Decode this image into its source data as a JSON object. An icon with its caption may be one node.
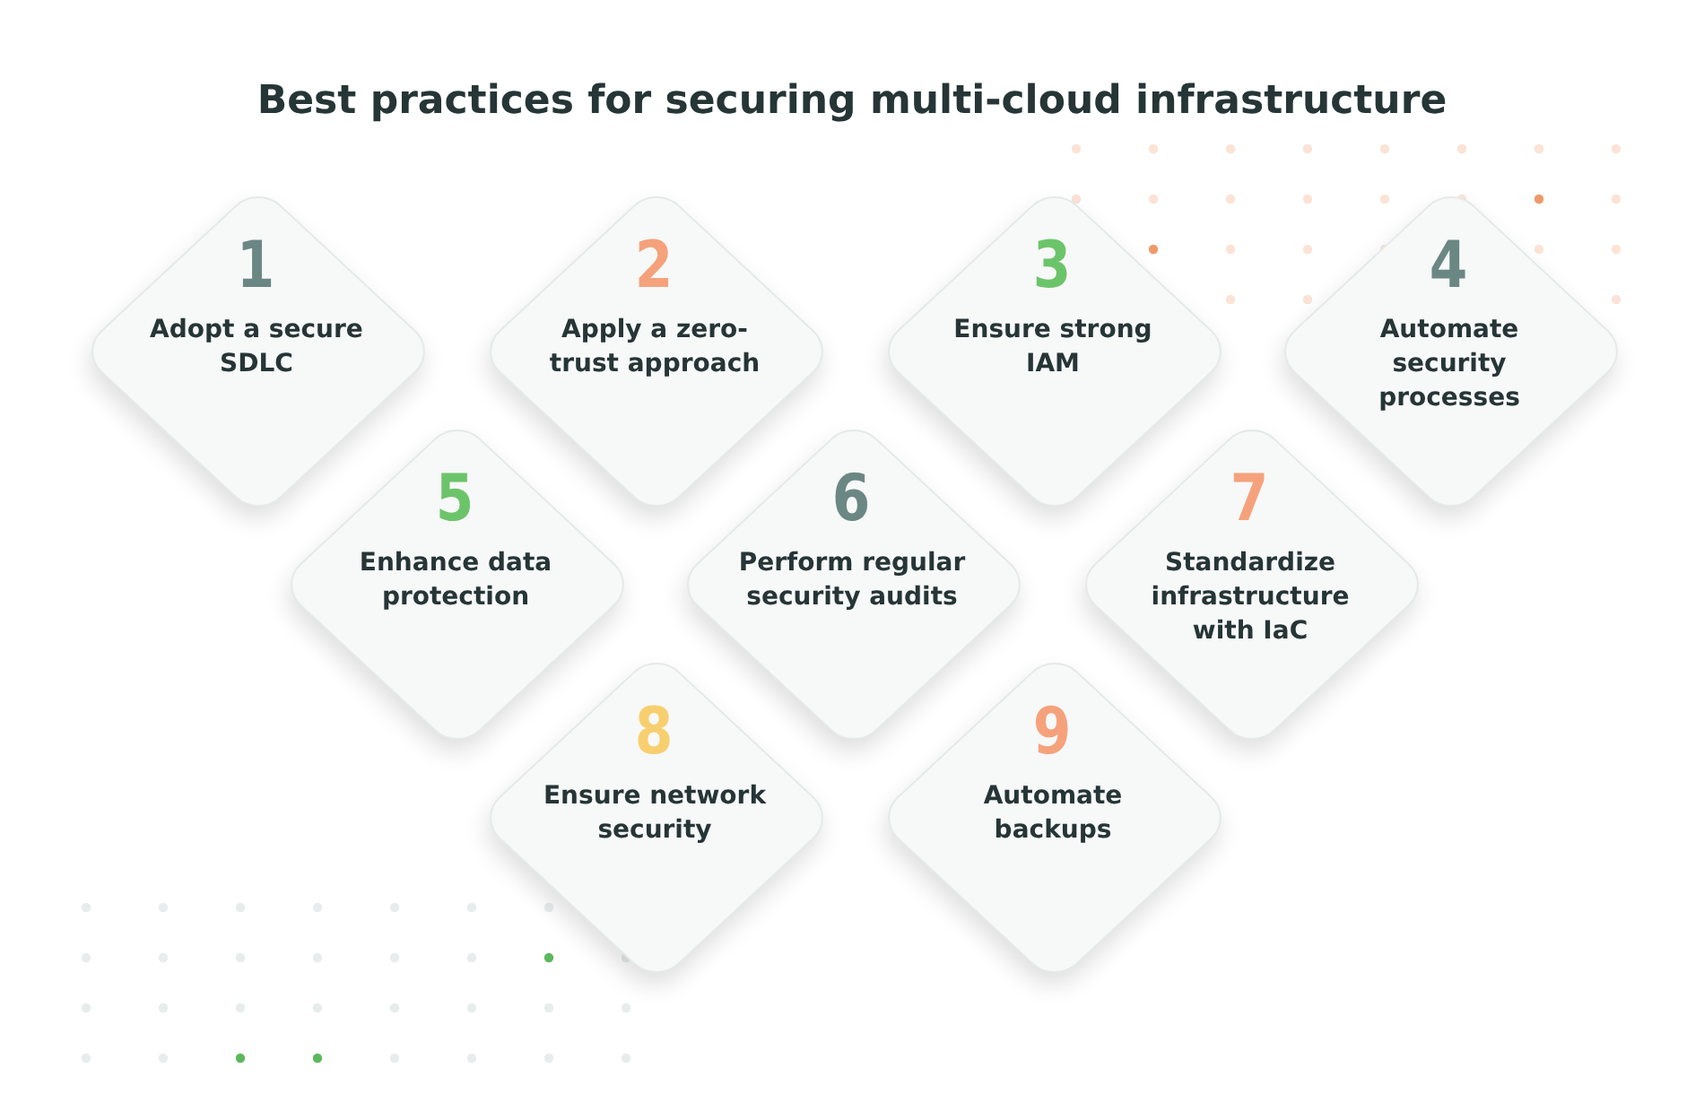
{
  "diagram": {
    "title": "Best practices for securing multi-cloud infrastructure",
    "nodes": [
      {
        "text": [
          "1",
          "Adopt a secure SDLC"
        ]
      },
      {
        "text": [
          "2",
          "Apply a zero-trust approach"
        ]
      },
      {
        "text": [
          "3",
          "Ensure strong IAM"
        ]
      },
      {
        "text": [
          "4",
          "Automate security processes"
        ]
      },
      {
        "text": [
          "5",
          "Enhance data protection"
        ]
      },
      {
        "text": [
          "6",
          "Perform regular security audits"
        ]
      },
      {
        "text": [
          "7",
          "Standardize infrastructure with IaC"
        ]
      },
      {
        "text": [
          "8",
          "Ensure network security"
        ]
      },
      {
        "text": [
          "9",
          "Automate backups"
        ]
      }
    ]
  }
}
